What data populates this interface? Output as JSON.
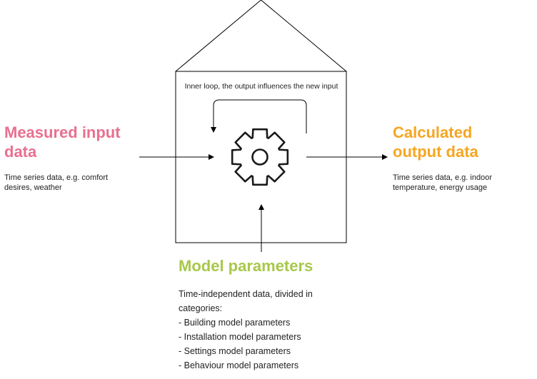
{
  "diagram": {
    "inner_loop_label": "Inner loop, the output influences the new input",
    "input": {
      "title_line1": "Measured input",
      "title_line2": "data",
      "desc_line1": "Time series data, e.g. comfort",
      "desc_line2": "desires, weather",
      "color": "#e8708f"
    },
    "output": {
      "title_line1": "Calculated",
      "title_line2": "output data",
      "desc_line1": "Time series data, e.g. indoor",
      "desc_line2": "temperature, energy usage",
      "color": "#f5a623"
    },
    "parameters": {
      "title": "Model parameters",
      "intro_line1": "Time-independent data, divided in",
      "intro_line2": "categories:",
      "items": [
        "- Building model parameters",
        "- Installation model parameters",
        "- Settings model parameters",
        "- Behaviour model parameters"
      ],
      "color": "#a8c84a"
    },
    "icons": {
      "center": "gear-icon"
    }
  }
}
